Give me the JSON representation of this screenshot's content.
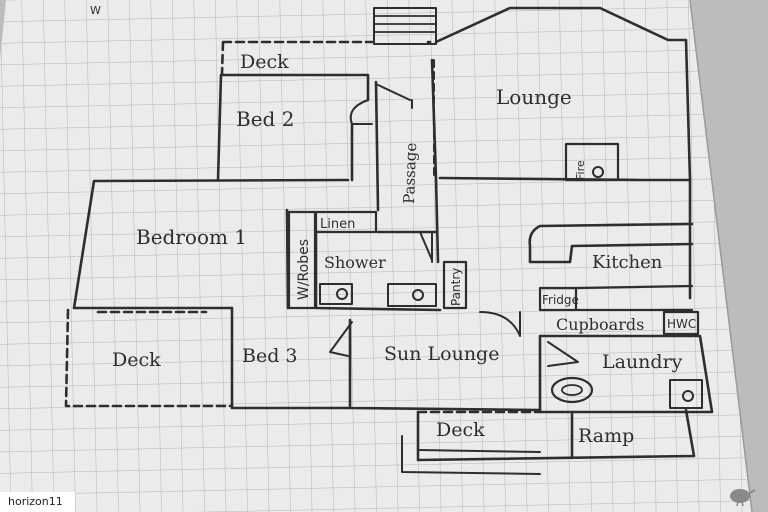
{
  "compass": "W",
  "rooms": {
    "deck_top": "Deck",
    "bed2": "Bed 2",
    "lounge": "Lounge",
    "fire": "Fire",
    "passage": "Passage",
    "bedroom1": "Bedroom 1",
    "linen": "Linen",
    "wrobes": "W/Robes",
    "shower": "Shower",
    "kitchen": "Kitchen",
    "pantry": "Pantry",
    "fridge": "Fridge",
    "cupboards": "Cupboards",
    "hwc": "HWC",
    "deck_left": "Deck",
    "bed3": "Bed 3",
    "sun_lounge": "Sun Lounge",
    "laundry": "Laundry",
    "deck_bottom": "Deck",
    "ramp": "Ramp"
  },
  "watermark": "horizon11",
  "colors": {
    "ink": "#2e2e2e",
    "paper": "#ebebeb",
    "grid": "#b4b4b4",
    "background": "#bcbcbc"
  }
}
